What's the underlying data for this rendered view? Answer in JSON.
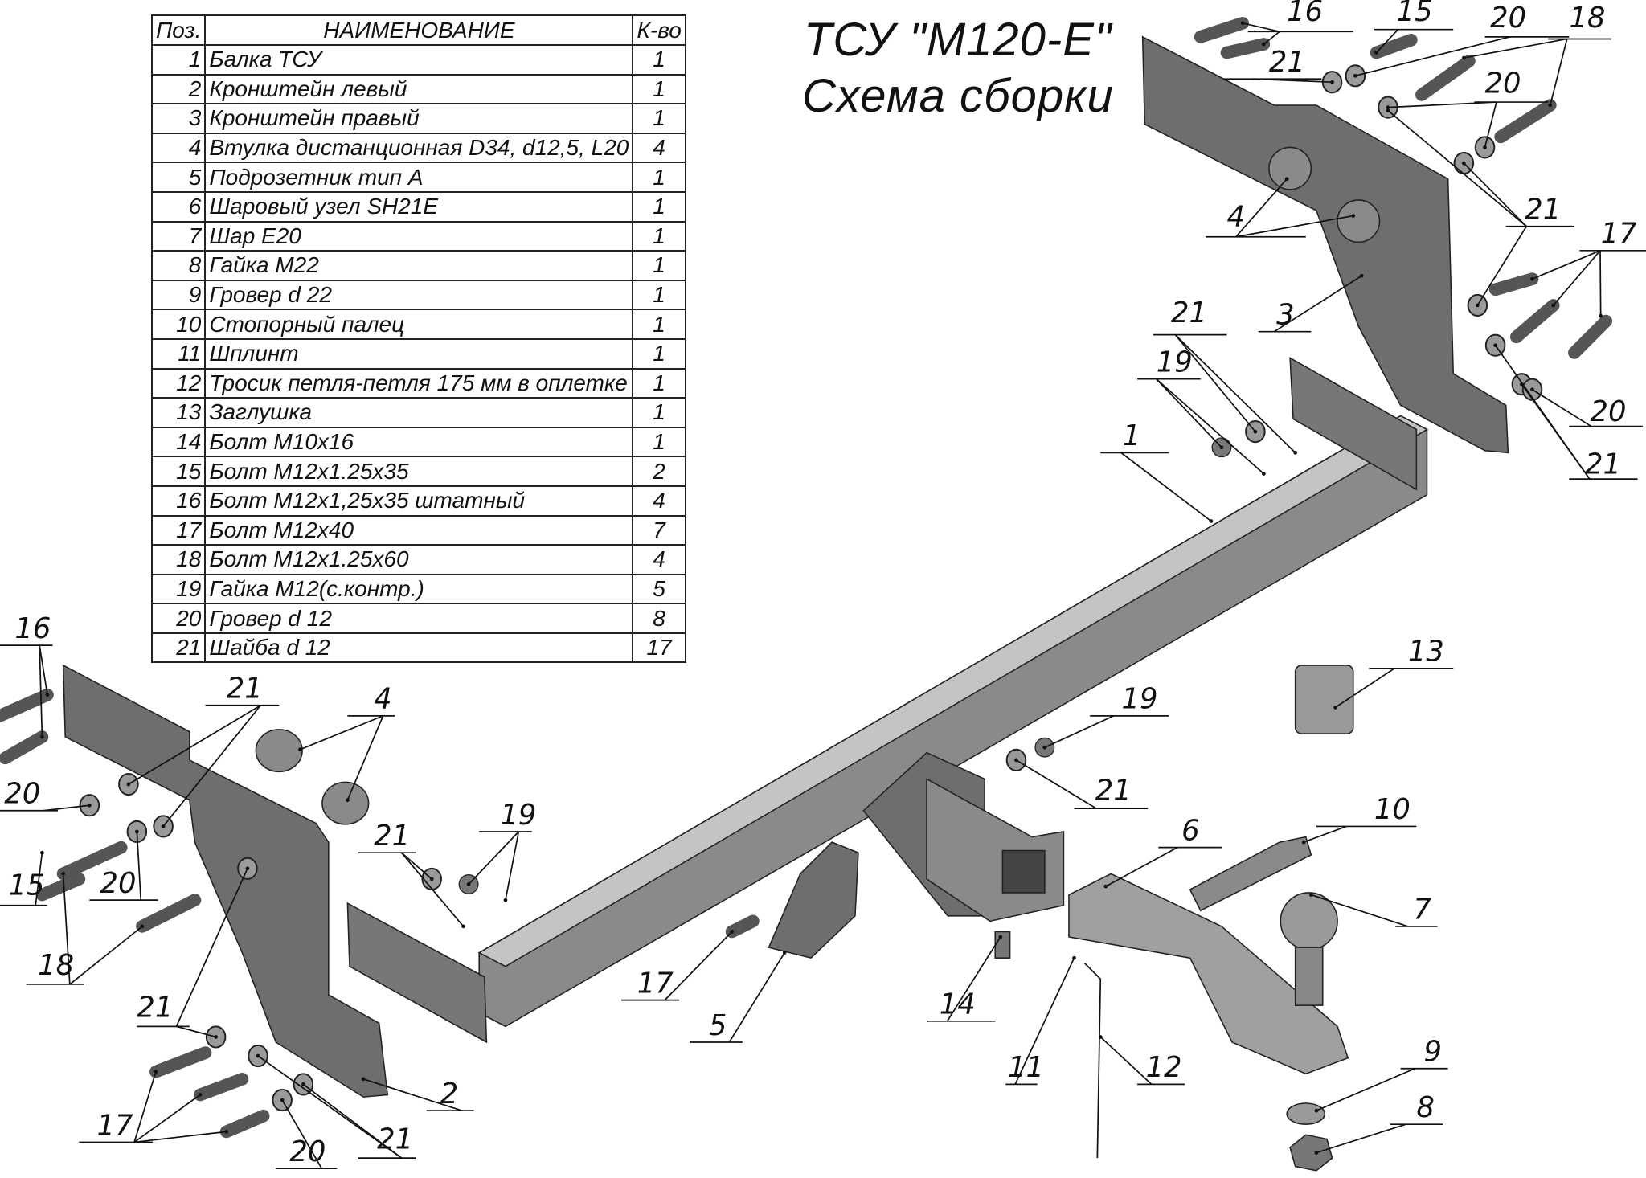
{
  "title": {
    "line1": "ТСУ \"М120-Е\"",
    "line2": "Схема сборки"
  },
  "table": {
    "headers": {
      "pos": "Поз.",
      "name": "НАИМЕНОВАНИЕ",
      "qty": "К-во"
    },
    "rows": [
      {
        "pos": "1",
        "name": "Балка ТСУ",
        "qty": "1"
      },
      {
        "pos": "2",
        "name": "Кронштейн левый",
        "qty": "1"
      },
      {
        "pos": "3",
        "name": "Кронштейн правый",
        "qty": "1"
      },
      {
        "pos": "4",
        "name": "Втулка дистанционная D34, d12,5, L20",
        "qty": "4"
      },
      {
        "pos": "5",
        "name": "Подрозетник тип А",
        "qty": "1"
      },
      {
        "pos": "6",
        "name": "Шаровый узел SH21E",
        "qty": "1"
      },
      {
        "pos": "7",
        "name": "Шар Е20",
        "qty": "1"
      },
      {
        "pos": "8",
        "name": "Гайка М22",
        "qty": "1"
      },
      {
        "pos": "9",
        "name": "Гровер d 22",
        "qty": "1"
      },
      {
        "pos": "10",
        "name": "Стопорный палец",
        "qty": "1"
      },
      {
        "pos": "11",
        "name": "Шплинт",
        "qty": "1"
      },
      {
        "pos": "12",
        "name": "Тросик петля-петля 175 мм в оплетке",
        "qty": "1"
      },
      {
        "pos": "13",
        "name": "Заглушка",
        "qty": "1"
      },
      {
        "pos": "14",
        "name": "Болт М10х16",
        "qty": "1"
      },
      {
        "pos": "15",
        "name": "Болт М12х1.25х35",
        "qty": "2"
      },
      {
        "pos": "16",
        "name": "Болт М12х1,25х35 штатный",
        "qty": "4"
      },
      {
        "pos": "17",
        "name": "Болт М12х40",
        "qty": "7"
      },
      {
        "pos": "18",
        "name": "Болт М12х1.25х60",
        "qty": "4"
      },
      {
        "pos": "19",
        "name": "Гайка М12(с.контр.)",
        "qty": "5"
      },
      {
        "pos": "20",
        "name": "Гровер d 12",
        "qty": "8"
      },
      {
        "pos": "21",
        "name": "Шайба d 12",
        "qty": "17"
      }
    ]
  },
  "callouts": [
    "16",
    "15",
    "20",
    "18",
    "21",
    "20",
    "4",
    "21",
    "17",
    "3",
    "20",
    "21",
    "21",
    "19",
    "1",
    "13",
    "19",
    "21",
    "10",
    "6",
    "7",
    "14",
    "11",
    "12",
    "9",
    "8",
    "16",
    "21",
    "4",
    "20",
    "15",
    "20",
    "18",
    "21",
    "19",
    "21",
    "17",
    "5",
    "17",
    "20",
    "21",
    "2"
  ],
  "colors": {
    "part_dark": "#6e6e6e",
    "part_mid": "#8a8a8a",
    "part_light": "#b4b4b4",
    "line": "#111111"
  }
}
